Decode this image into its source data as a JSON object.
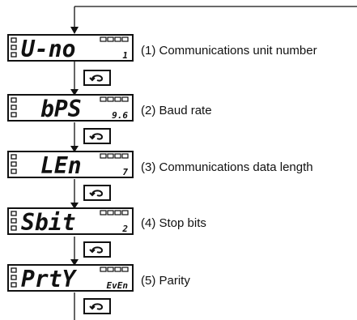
{
  "colors": {
    "ink": "#111111",
    "background": "#ffffff"
  },
  "loop_arrow": {
    "icon": "return-arrow-icon"
  },
  "mode_key": {
    "icon": "mode-key-icon"
  },
  "steps": [
    {
      "display_main": "U-no",
      "display_sub": "1",
      "label": "(1) Communications unit number"
    },
    {
      "display_main": "bPS",
      "display_sub": "9.6",
      "label": "(2) Baud rate"
    },
    {
      "display_main": "LEn",
      "display_sub": "7",
      "label": "(3) Communications data length"
    },
    {
      "display_main": "Sbit",
      "display_sub": "2",
      "label": "(4) Stop bits"
    },
    {
      "display_main": "PrtY",
      "display_sub": "EvEn",
      "label": "(5) Parity"
    }
  ]
}
